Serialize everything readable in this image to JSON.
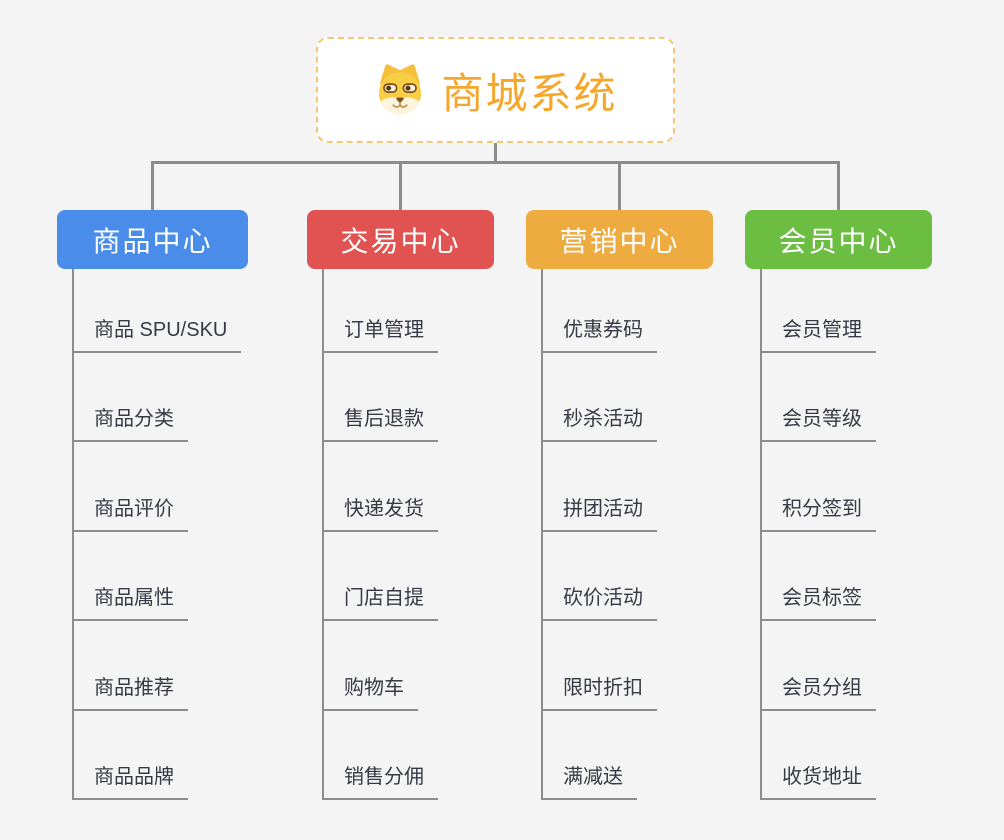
{
  "root": {
    "title": "商城系统",
    "icon": "dog-face-icon",
    "accent_color": "#f5a62b",
    "border_color": "#f6c677",
    "background": "#ffffff"
  },
  "canvas_background": "#f4f4f4",
  "connector_color": "#8c8c8c",
  "branches": [
    {
      "label": "商品中心",
      "color": "#4a8cea",
      "items": [
        "商品 SPU/SKU",
        "商品分类",
        "商品评价",
        "商品属性",
        "商品推荐",
        "商品品牌"
      ]
    },
    {
      "label": "交易中心",
      "color": "#e15351",
      "items": [
        "订单管理",
        "售后退款",
        "快递发货",
        "门店自提",
        "购物车",
        "销售分佣"
      ]
    },
    {
      "label": "营销中心",
      "color": "#eeab40",
      "items": [
        "优惠券码",
        "秒杀活动",
        "拼团活动",
        "砍价活动",
        "限时折扣",
        "满减送"
      ]
    },
    {
      "label": "会员中心",
      "color": "#6cbe42",
      "items": [
        "会员管理",
        "会员等级",
        "积分签到",
        "会员标签",
        "会员分组",
        "收货地址"
      ]
    }
  ]
}
